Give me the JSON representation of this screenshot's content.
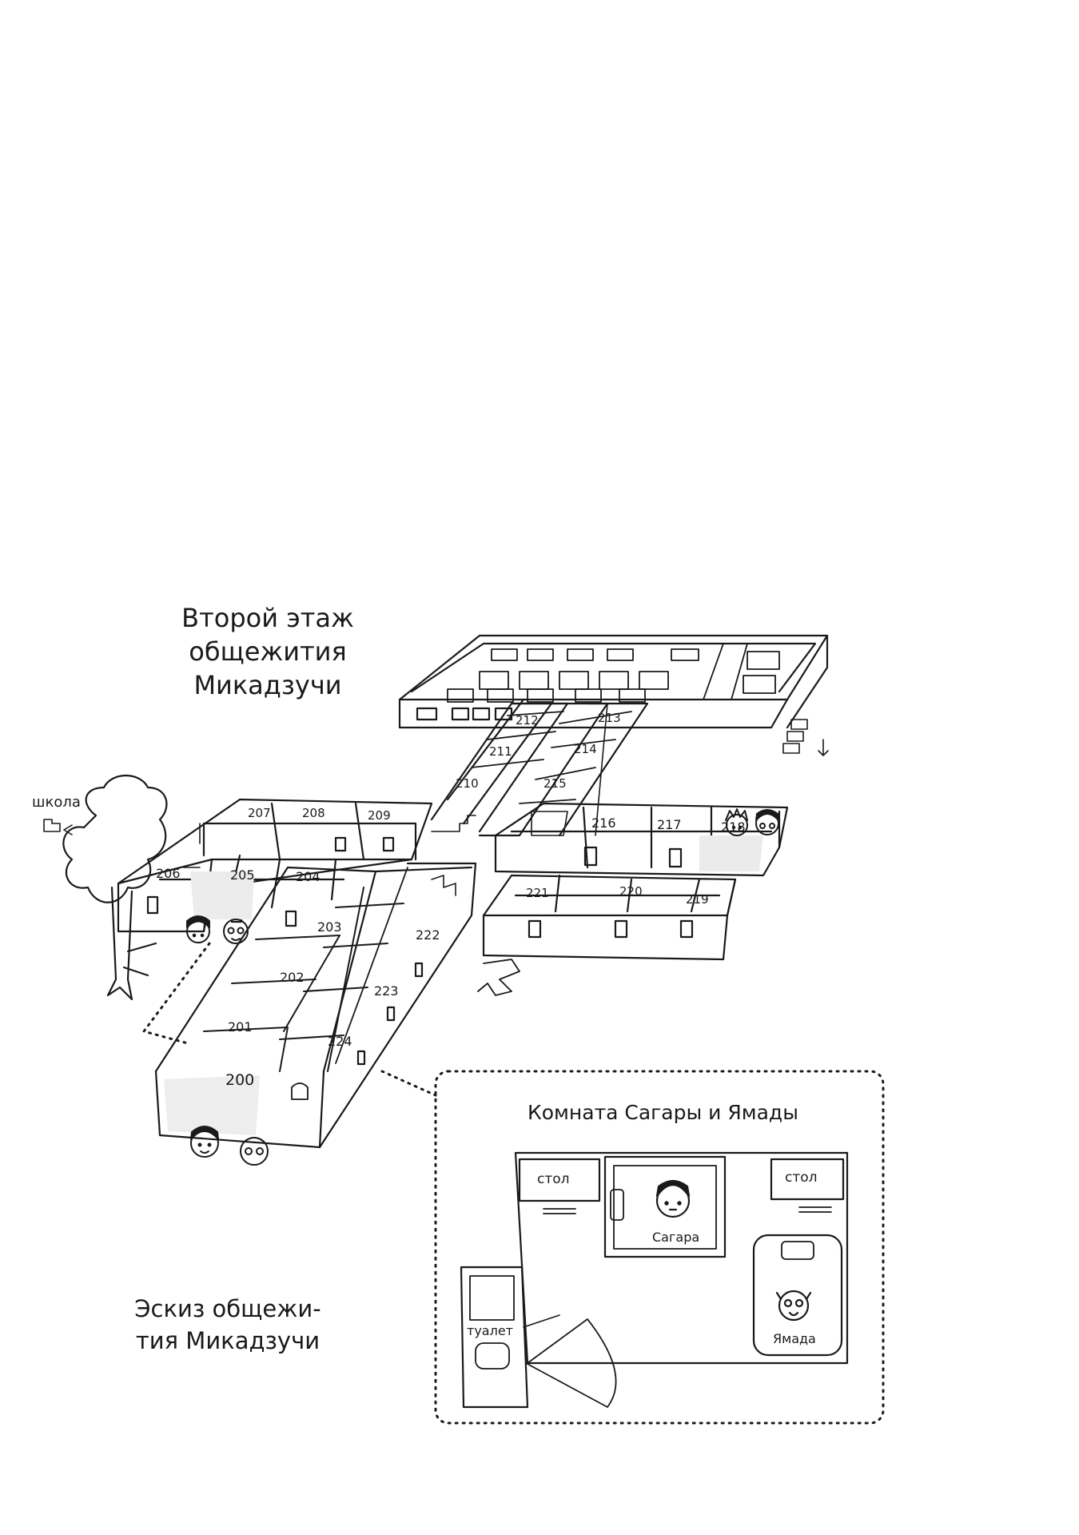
{
  "floor_title": [
    "Второй этаж",
    "общежития",
    "Микадзучи"
  ],
  "school_label": "школа",
  "sketch_title": [
    "Эскиз общежи-",
    "тия Микадзучи"
  ],
  "room_detail": {
    "title": "Комната Сагары и Ямады",
    "desk_left": "стол",
    "desk_right": "стол",
    "bed_sagara": "Сагара",
    "bed_yamada": "Ямада",
    "toilet": "туалет"
  },
  "rooms": {
    "r200": "200",
    "r201": "201",
    "r202": "202",
    "r203": "203",
    "r204": "204",
    "r205": "205",
    "r206": "206",
    "r207": "207",
    "r208": "208",
    "r209": "209",
    "r210": "210",
    "r211": "211",
    "r212": "212",
    "r213": "213",
    "r214": "214",
    "r215": "215",
    "r216": "216",
    "r217": "217",
    "r218": "218",
    "r219": "219",
    "r220": "220",
    "r221": "221",
    "r222": "222",
    "r223": "223",
    "r224": "224"
  }
}
